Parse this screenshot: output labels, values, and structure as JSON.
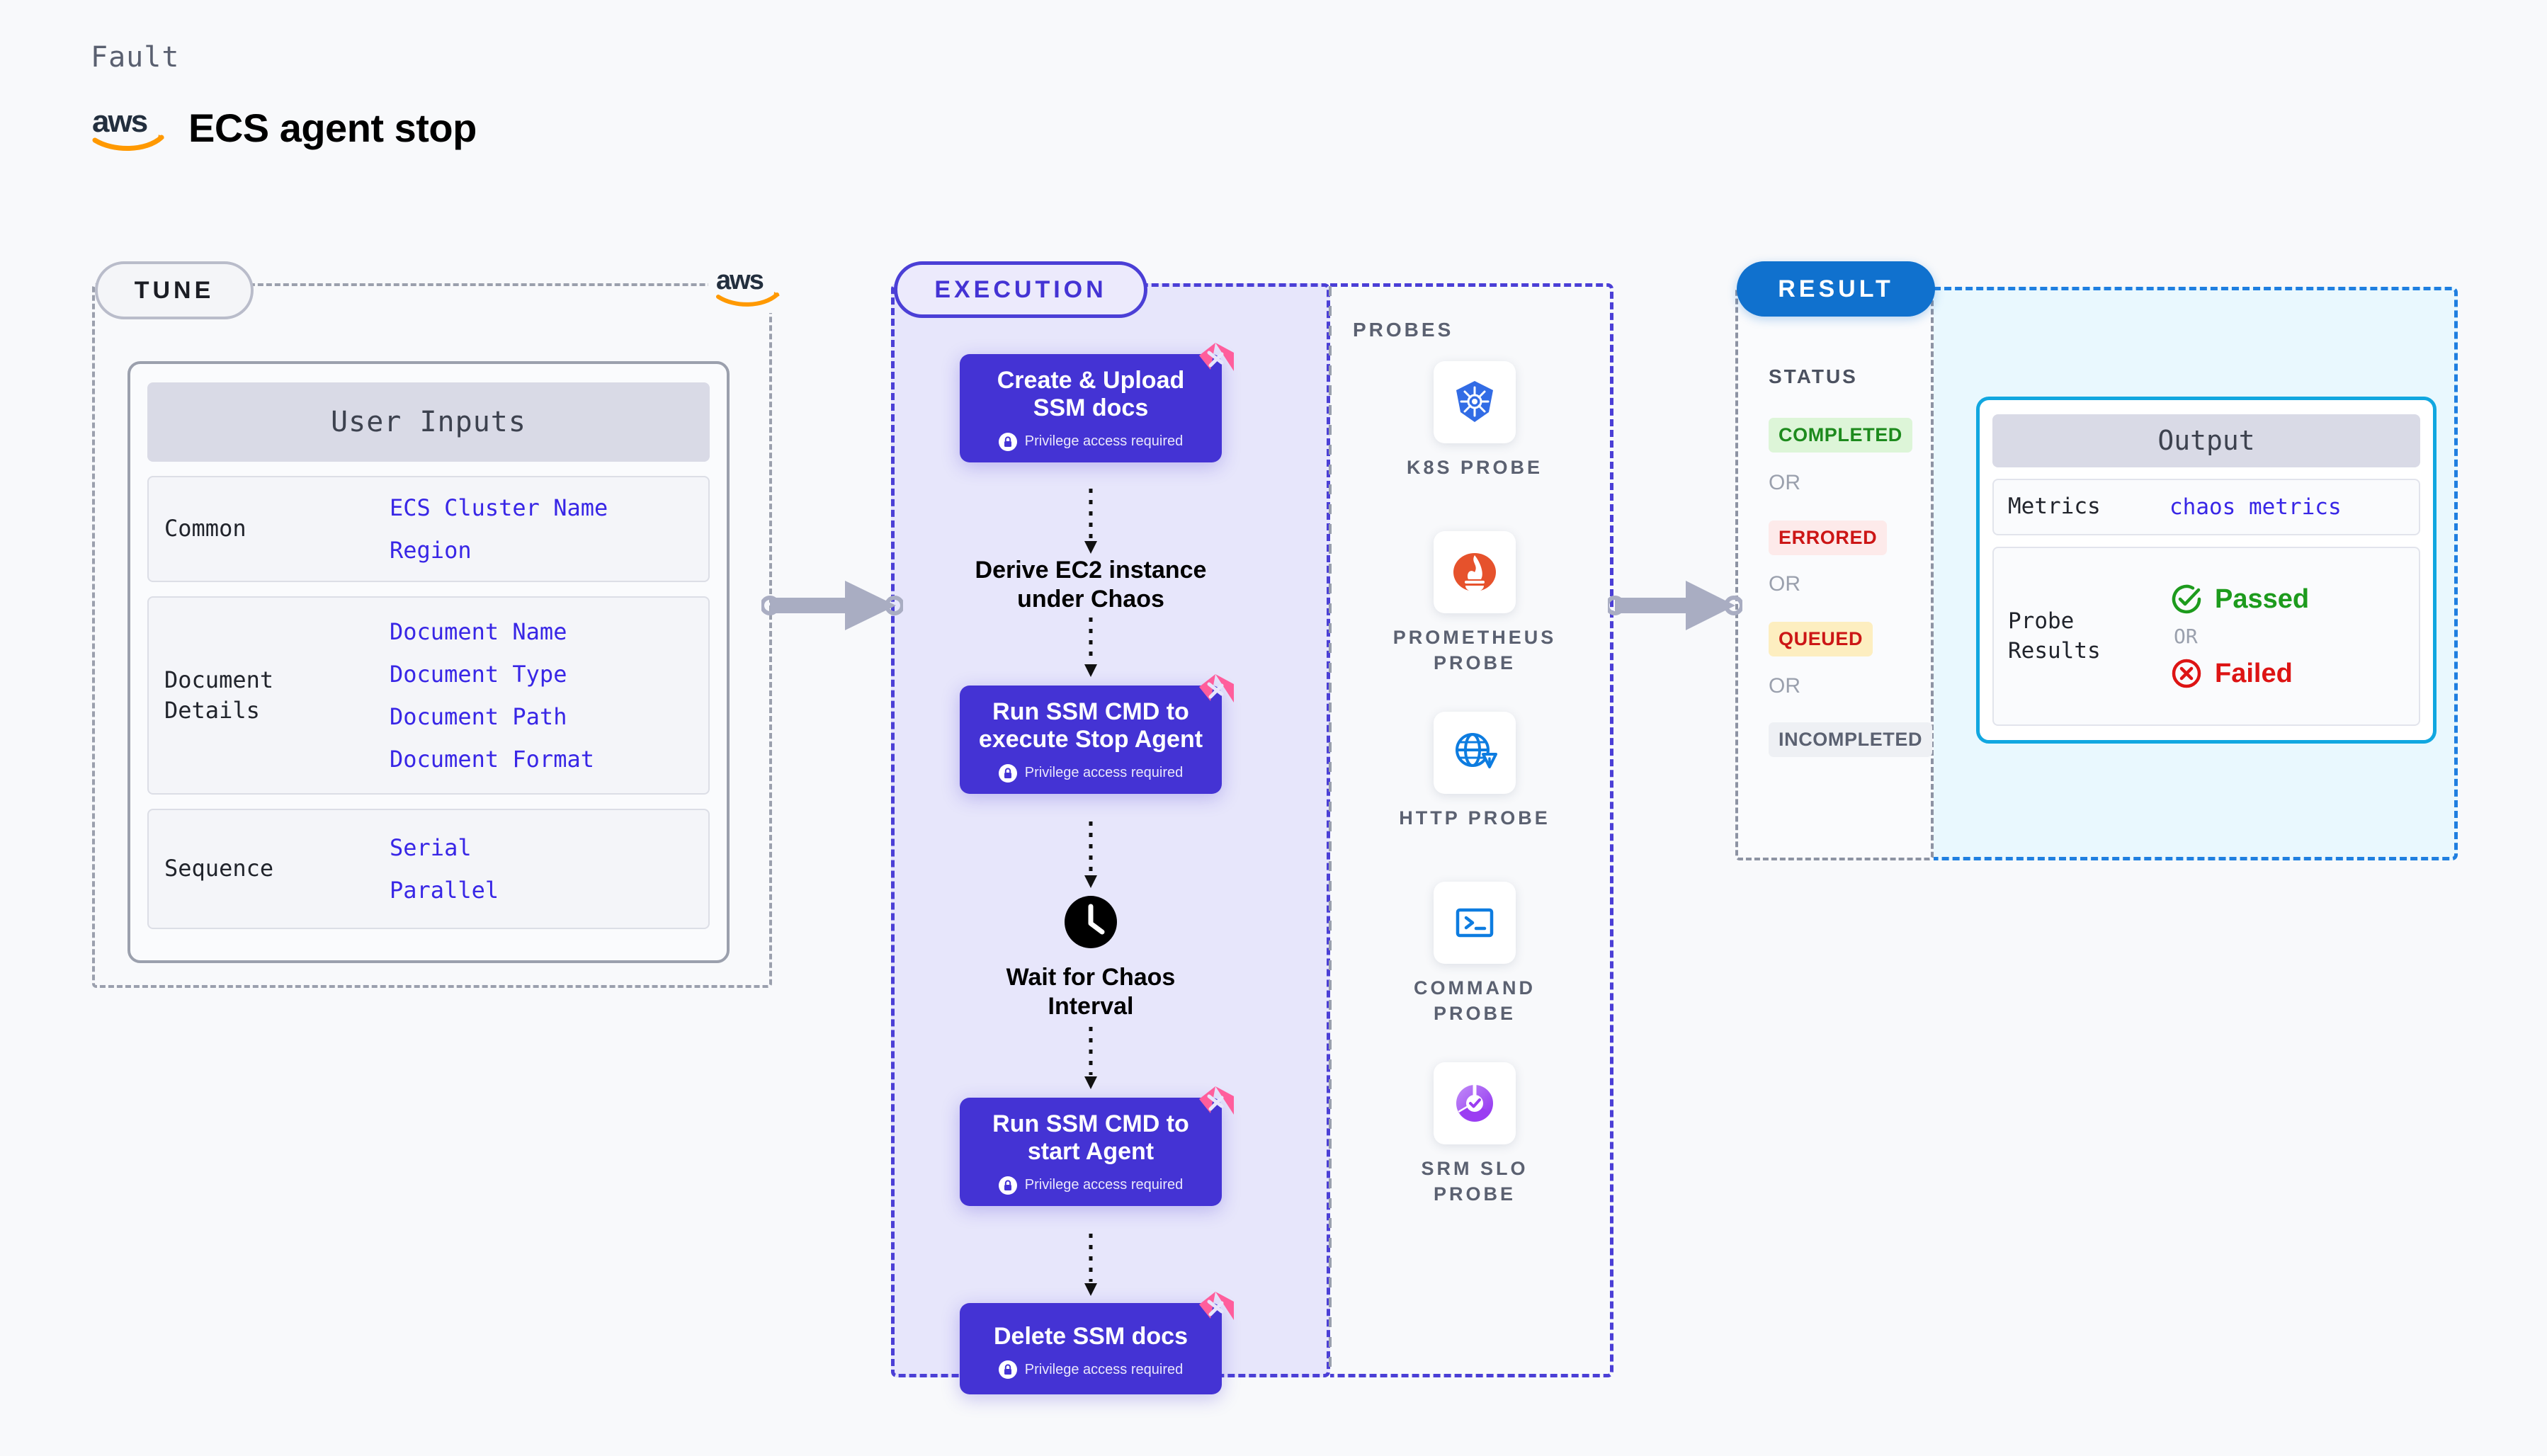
{
  "header": {
    "fault_label": "Fault",
    "title": "ECS agent stop",
    "aws_logo_icon": "aws-logo-icon"
  },
  "tune": {
    "pill_label": "TUNE",
    "aws_badge_icon": "aws-logo-icon",
    "card_header": "User Inputs",
    "groups": [
      {
        "label": "Common",
        "values": [
          "ECS Cluster Name",
          "Region"
        ]
      },
      {
        "label": "Document\nDetails",
        "label_line1": "Document",
        "label_line2": "Details",
        "values": [
          "Document Name",
          "Document Type",
          "Document Path",
          "Document Format"
        ]
      },
      {
        "label": "Sequence",
        "values": [
          "Serial",
          "Parallel"
        ]
      }
    ]
  },
  "connectors": {
    "tune_to_execution_icon": "arrow-right-icon",
    "execution_to_result_icon": "arrow-right-icon"
  },
  "execution": {
    "pill_label": "EXECUTION",
    "nodes": [
      {
        "type": "task",
        "title_line1": "Create & Upload",
        "title_line2": "SSM docs",
        "privilege": "Privilege access required",
        "lock_icon": "lock-icon",
        "ribbon_icon": "litmus-logo-icon"
      },
      {
        "type": "step",
        "title_line1": "Derive EC2 instance",
        "title_line2": "under Chaos"
      },
      {
        "type": "task",
        "title_line1": "Run SSM CMD to",
        "title_line2": "execute Stop Agent",
        "privilege": "Privilege access required",
        "lock_icon": "lock-icon",
        "ribbon_icon": "litmus-logo-icon"
      },
      {
        "type": "wait",
        "icon": "clock-icon",
        "title_line1": "Wait for Chaos",
        "title_line2": "Interval"
      },
      {
        "type": "task",
        "title_line1": "Run SSM CMD to",
        "title_line2": "start Agent",
        "privilege": "Privilege access required",
        "lock_icon": "lock-icon",
        "ribbon_icon": "litmus-logo-icon"
      },
      {
        "type": "task",
        "title_line1": "Delete SSM docs",
        "title_line2": "",
        "privilege": "Privilege access required",
        "lock_icon": "lock-icon",
        "ribbon_icon": "litmus-logo-icon"
      }
    ]
  },
  "probes": {
    "title": "PROBES",
    "items": [
      {
        "icon": "kubernetes-icon",
        "label_line1": "K8S PROBE",
        "label_line2": ""
      },
      {
        "icon": "prometheus-icon",
        "label_line1": "PROMETHEUS",
        "label_line2": "PROBE"
      },
      {
        "icon": "http-globe-warning-icon",
        "label_line1": "HTTP PROBE",
        "label_line2": ""
      },
      {
        "icon": "command-terminal-icon",
        "label_line1": "COMMAND",
        "label_line2": "PROBE"
      },
      {
        "icon": "srm-slo-icon",
        "label_line1": "SRM SLO",
        "label_line2": "PROBE"
      }
    ]
  },
  "result": {
    "pill_label": "RESULT",
    "status_title": "STATUS",
    "or_label": "OR",
    "statuses": [
      {
        "label": "COMPLETED",
        "bg": "#ddf5d8",
        "fg": "#1d8a1d"
      },
      {
        "label": "ERRORED",
        "bg": "#fdeaea",
        "fg": "#cc1616"
      },
      {
        "label": "QUEUED",
        "bg": "#fdeec0",
        "fg": "#cc1616"
      },
      {
        "label": "INCOMPLETED",
        "bg": "#eef0f4",
        "fg": "#5b6171"
      }
    ],
    "output": {
      "header": "Output",
      "metrics_label": "Metrics",
      "metrics_value": "chaos metrics",
      "probe_results_label_line1": "Probe",
      "probe_results_label_line2": "Results",
      "passed_label": "Passed",
      "passed_icon": "check-circle-icon",
      "failed_label": "Failed",
      "failed_icon": "x-circle-icon",
      "or_label": "OR"
    }
  },
  "colors": {
    "accent_purple": "#4433d4",
    "litmus_pink": "#ff5e9c",
    "result_blue": "#1071ce",
    "output_border": "#11a7e0",
    "aws_orange": "#ff9900"
  }
}
